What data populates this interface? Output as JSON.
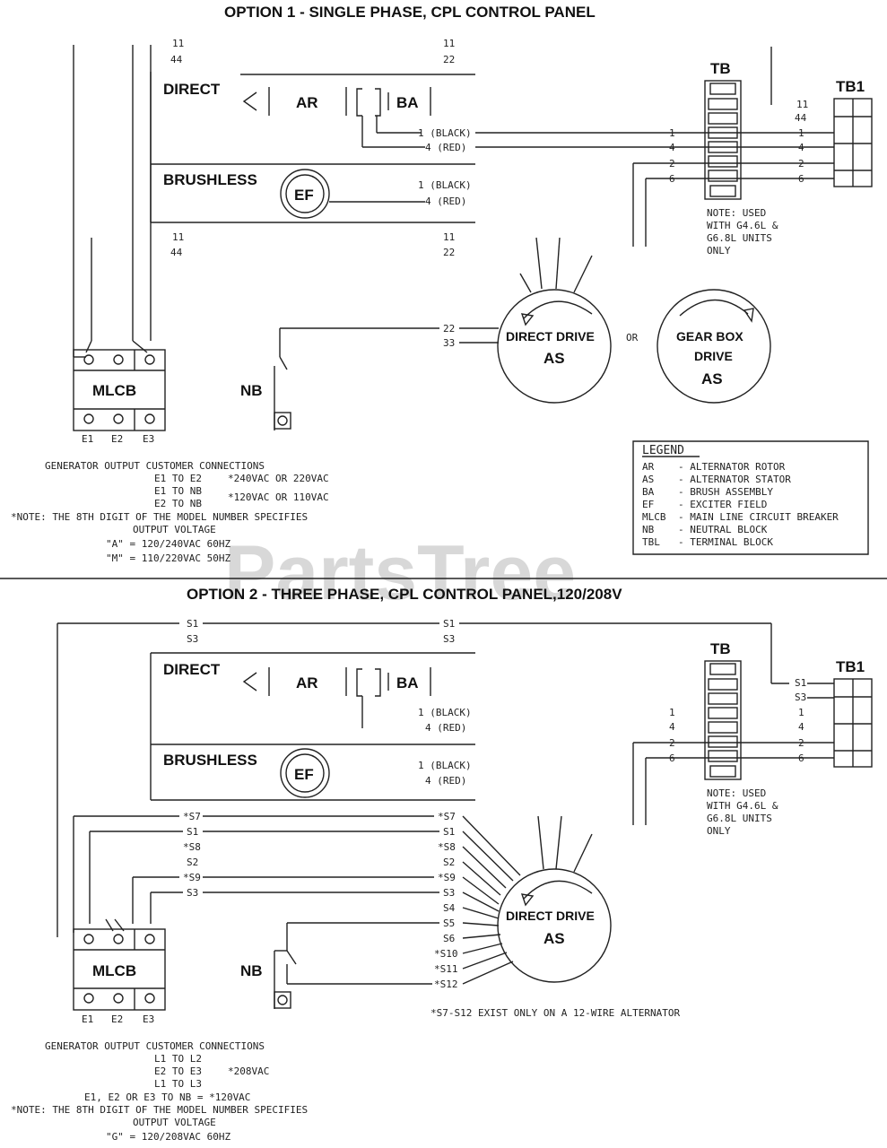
{
  "watermark": "PartsTree",
  "option1": {
    "title": "OPTION 1 - SINGLE PHASE, CPL CONTROL PANEL",
    "top_left_11": "11",
    "top_left_44": "44",
    "top_mid_11": "11",
    "top_mid_22": "22",
    "bot_left_11": "11",
    "bot_left_44": "44",
    "bot_mid_11": "11",
    "bot_mid_22": "22",
    "direct": "DIRECT",
    "ar": "AR",
    "ba": "BA",
    "brushless": "BRUSHLESS",
    "ef": "EF",
    "wire1_black": "1 (BLACK)",
    "wire4_red": "4 (RED)",
    "ef_wire1_black": "1 (BLACK)",
    "ef_wire4_red": "4 (RED)",
    "tb": "TB",
    "tb1": "TB1",
    "tb_labels": [
      "1",
      "4",
      "2",
      "6"
    ],
    "tb1_labels": [
      "11",
      "44",
      "1",
      "4",
      "2",
      "6"
    ],
    "note": [
      "NOTE: USED",
      "WITH G4.6L &",
      "G6.8L UNITS",
      "ONLY"
    ],
    "as_wire_22": "22",
    "as_wire_33": "33",
    "direct_drive": "DIRECT DRIVE",
    "as": "AS",
    "or": "OR",
    "gear_box": "GEAR BOX",
    "drive": "DRIVE",
    "gear_as": "AS",
    "nb": "NB",
    "mlcb": "MLCB",
    "e_labels": [
      "E1",
      "E2",
      "E3"
    ],
    "customer_lines": [
      "GENERATOR OUTPUT CUSTOMER CONNECTIONS",
      "E1 TO E2",
      "*240VAC OR 220VAC",
      "E1 TO NB",
      "E2 TO NB",
      "*120VAC OR 110VAC",
      "*NOTE: THE 8TH DIGIT OF THE MODEL NUMBER SPECIFIES",
      "OUTPUT VOLTAGE",
      "\"A\" = 120/240VAC 60HZ",
      "\"M\" = 110/220VAC 50HZ"
    ]
  },
  "legend": {
    "title": "LEGEND",
    "rows": [
      {
        "code": "AR",
        "desc": "- ALTERNATOR ROTOR"
      },
      {
        "code": "AS",
        "desc": "- ALTERNATOR STATOR"
      },
      {
        "code": "BA",
        "desc": "- BRUSH ASSEMBLY"
      },
      {
        "code": "EF",
        "desc": "- EXCITER FIELD"
      },
      {
        "code": "MLCB",
        "desc": "- MAIN LINE CIRCUIT BREAKER"
      },
      {
        "code": "NB",
        "desc": "- NEUTRAL BLOCK"
      },
      {
        "code": "TBL",
        "desc": "- TERMINAL BLOCK"
      }
    ]
  },
  "option2": {
    "title": "OPTION 2 - THREE PHASE, CPL CONTROL PANEL,120/208V",
    "top_left_s1": "S1",
    "top_left_s3": "S3",
    "top_mid_s1": "S1",
    "top_mid_s3": "S3",
    "direct": "DIRECT",
    "ar": "AR",
    "ba": "BA",
    "brushless": "BRUSHLESS",
    "ef": "EF",
    "wire1_black": "1 (BLACK)",
    "wire4_red": "4 (RED)",
    "ef_wire1_black": "1 (BLACK)",
    "ef_wire4_red": "4 (RED)",
    "tb": "TB",
    "tb1": "TB1",
    "tb_labels": [
      "1",
      "4",
      "2",
      "6"
    ],
    "tb1_labels": [
      "S1",
      "S3",
      "1",
      "4",
      "2",
      "6"
    ],
    "note": [
      "NOTE: USED",
      "WITH G4.6L &",
      "G6.8L UNITS",
      "ONLY"
    ],
    "left_wires": [
      "*S7",
      "S1",
      "*S8",
      "S2",
      "*S9",
      "S3"
    ],
    "stator_wires": [
      "*S7",
      "S1",
      "*S8",
      "S2",
      "*S9",
      "S3",
      "S4",
      "S5",
      "S6",
      "*S10",
      "*S11",
      "*S12"
    ],
    "direct_drive": "DIRECT DRIVE",
    "as": "AS",
    "nb": "NB",
    "mlcb": "MLCB",
    "e_labels": [
      "E1",
      "E2",
      "E3"
    ],
    "stator_note": "*S7-S12 EXIST ONLY ON A 12-WIRE ALTERNATOR",
    "customer_lines": [
      "GENERATOR OUTPUT CUSTOMER CONNECTIONS",
      "L1 TO L2",
      "E2 TO E3",
      "*208VAC",
      "L1 TO L3",
      "E1, E2 OR E3 TO NB = *120VAC",
      "*NOTE: THE 8TH DIGIT OF THE MODEL NUMBER SPECIFIES",
      "OUTPUT VOLTAGE",
      "\"G\" = 120/208VAC 60HZ"
    ]
  }
}
